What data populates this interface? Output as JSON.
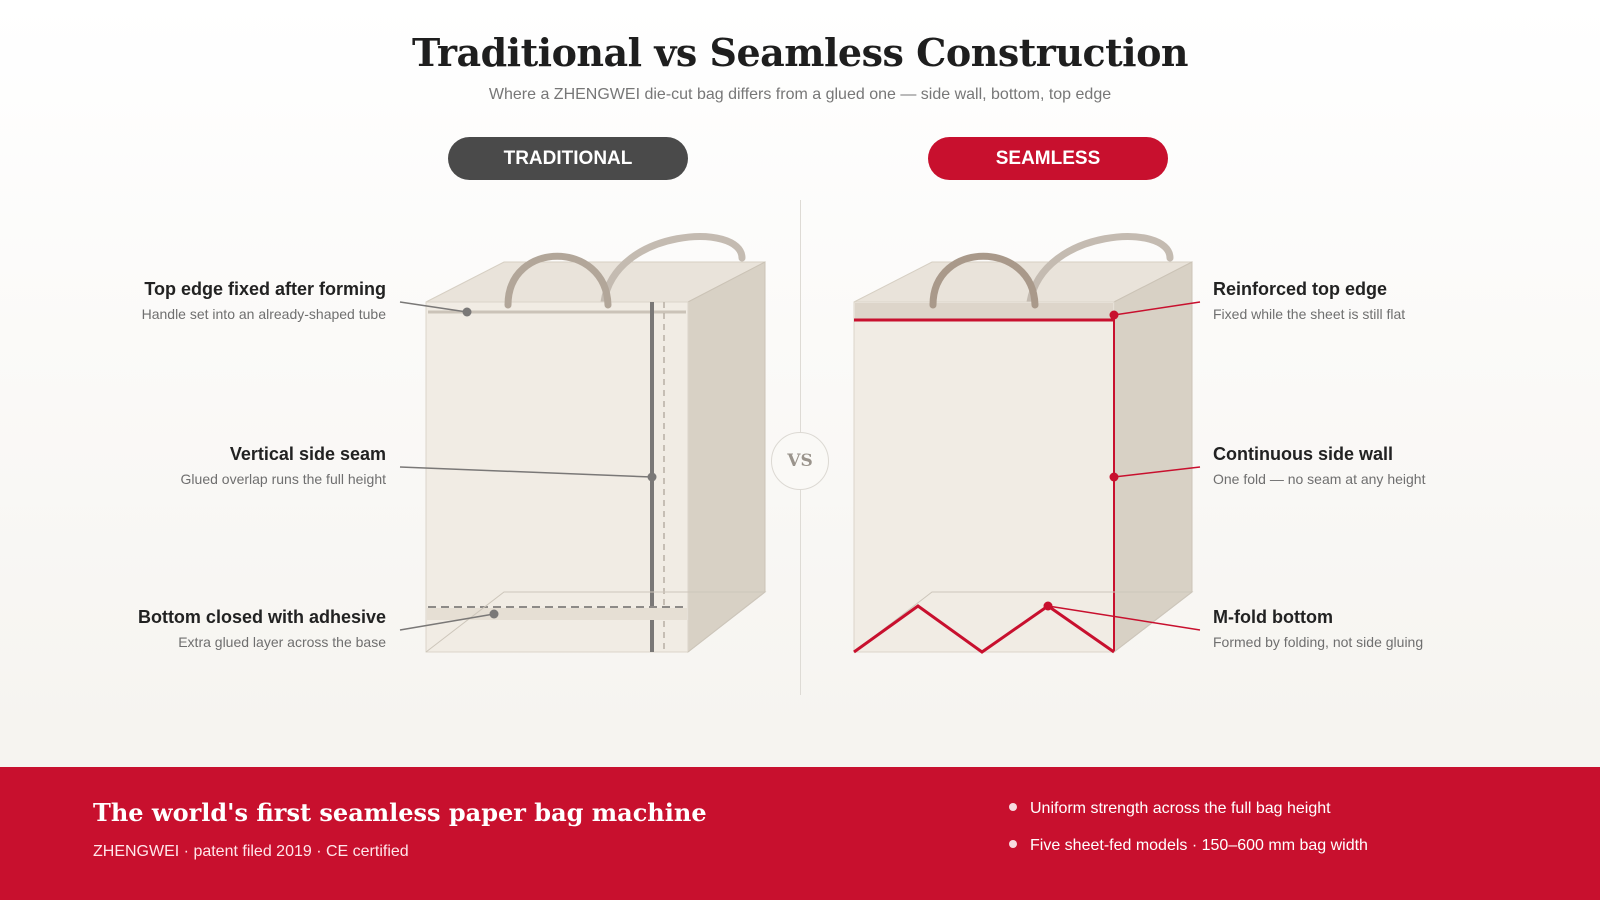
{
  "header": {
    "title": "Traditional vs Seamless Construction",
    "subtitle": "Where a ZHENGWEI die-cut bag differs from a glued one — side wall, bottom, top edge"
  },
  "columns": {
    "traditional": {
      "label": "TRADITIONAL"
    },
    "seamless": {
      "label": "SEAMLESS"
    }
  },
  "vs_label": "VS",
  "callouts": {
    "traditional": [
      {
        "title": "Top edge fixed after forming",
        "desc": "Handle set into an already-shaped tube"
      },
      {
        "title": "Vertical side seam",
        "desc": "Glued overlap runs the full height"
      },
      {
        "title": "Bottom closed with adhesive",
        "desc": "Extra glued layer across the base"
      }
    ],
    "seamless": [
      {
        "title": "Reinforced top edge",
        "desc": "Fixed while the sheet is still flat"
      },
      {
        "title": "Continuous side wall",
        "desc": "One fold — no seam at any height"
      },
      {
        "title": "M-fold bottom",
        "desc": "Formed by folding, not side gluing"
      }
    ]
  },
  "footer": {
    "title": "The world's first seamless paper bag machine",
    "subtitle": "ZHENGWEI · patent filed 2019 · CE certified",
    "bullets": [
      "Uniform strength across the full bag height",
      "Five sheet-fed models · 150–600 mm bag width"
    ]
  },
  "colors": {
    "accent": "#c8102e",
    "traditional_pill": "#4a4a4a",
    "bag_front": "#f1ece4",
    "bag_side": "#d8d1c5",
    "handle": "#b2a699",
    "seam_line": "#7a7877"
  }
}
